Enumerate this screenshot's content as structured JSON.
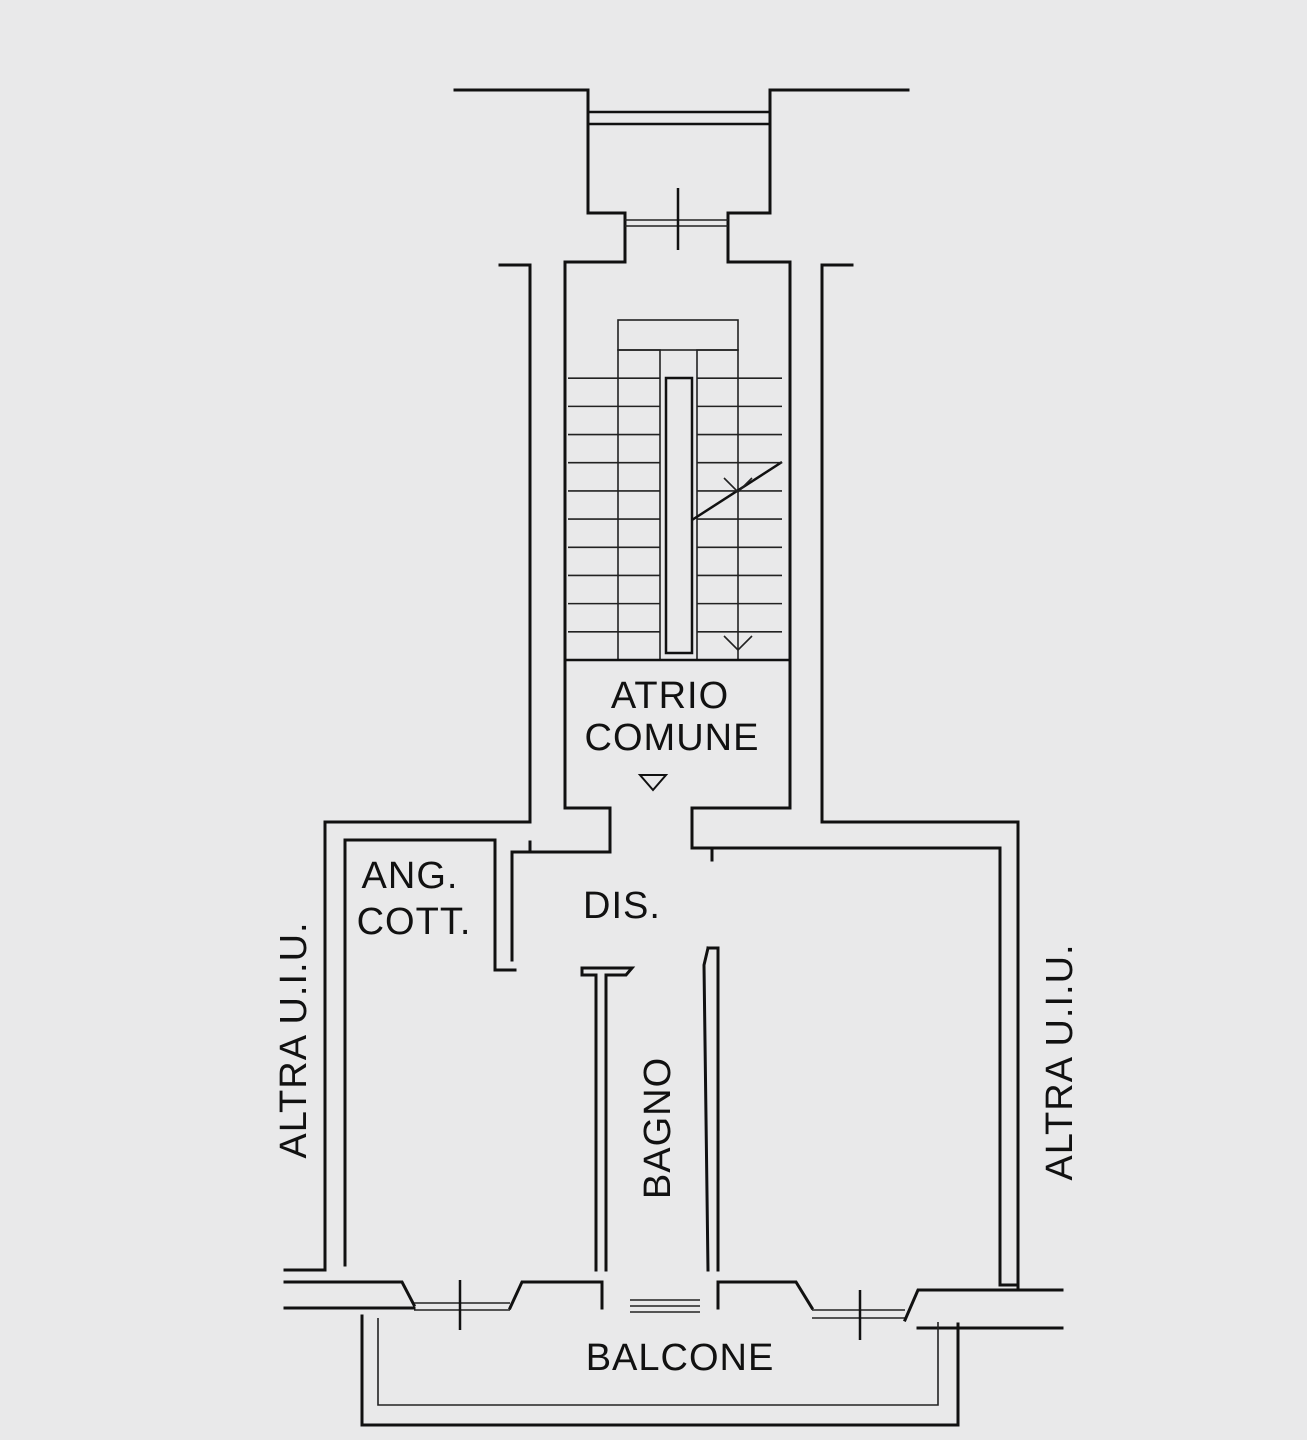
{
  "labels": {
    "atrio_line1": "ATRIO",
    "atrio_line2": "COMUNE",
    "ang_line1": "ANG.",
    "ang_line2": "COTT.",
    "dis": "DIS.",
    "bagno": "BAGNO",
    "balcone": "BALCONE",
    "altra_left": "ALTRA U.I.U.",
    "altra_right": "ALTRA U.I.U."
  },
  "colors": {
    "background": "#e9e9ea",
    "line": "#111111"
  },
  "icons": {
    "entrance": "triangle-down-icon"
  },
  "stairs": {
    "steps_per_flight": 11
  }
}
